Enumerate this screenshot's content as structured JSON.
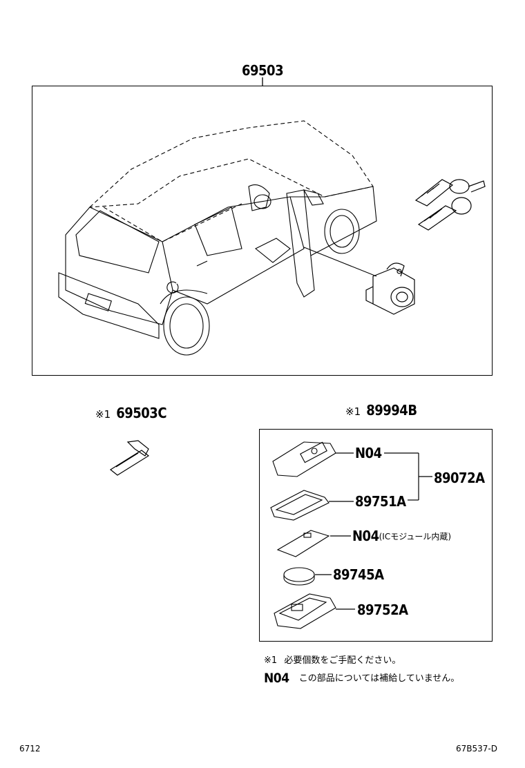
{
  "top": {
    "part_number": "69503"
  },
  "left_group": {
    "mark": "※1",
    "part_number": "69503C"
  },
  "right_group": {
    "mark": "※1",
    "part_number": "89994B"
  },
  "callouts": [
    {
      "code": "N04",
      "suffix": ""
    },
    {
      "code": "89751A",
      "suffix": ""
    },
    {
      "code": "N04",
      "suffix": "(ICモジュール内蔵)"
    },
    {
      "code": "89745A",
      "suffix": ""
    },
    {
      "code": "89752A",
      "suffix": ""
    }
  ],
  "assembly": {
    "code": "89072A"
  },
  "notes": [
    {
      "mark": "※1",
      "text": "必要個数をご手配ください。"
    },
    {
      "mark": "N04",
      "text": "この部品については補給していません。"
    }
  ],
  "footer": {
    "left": "6712",
    "right": "67B537-D"
  }
}
